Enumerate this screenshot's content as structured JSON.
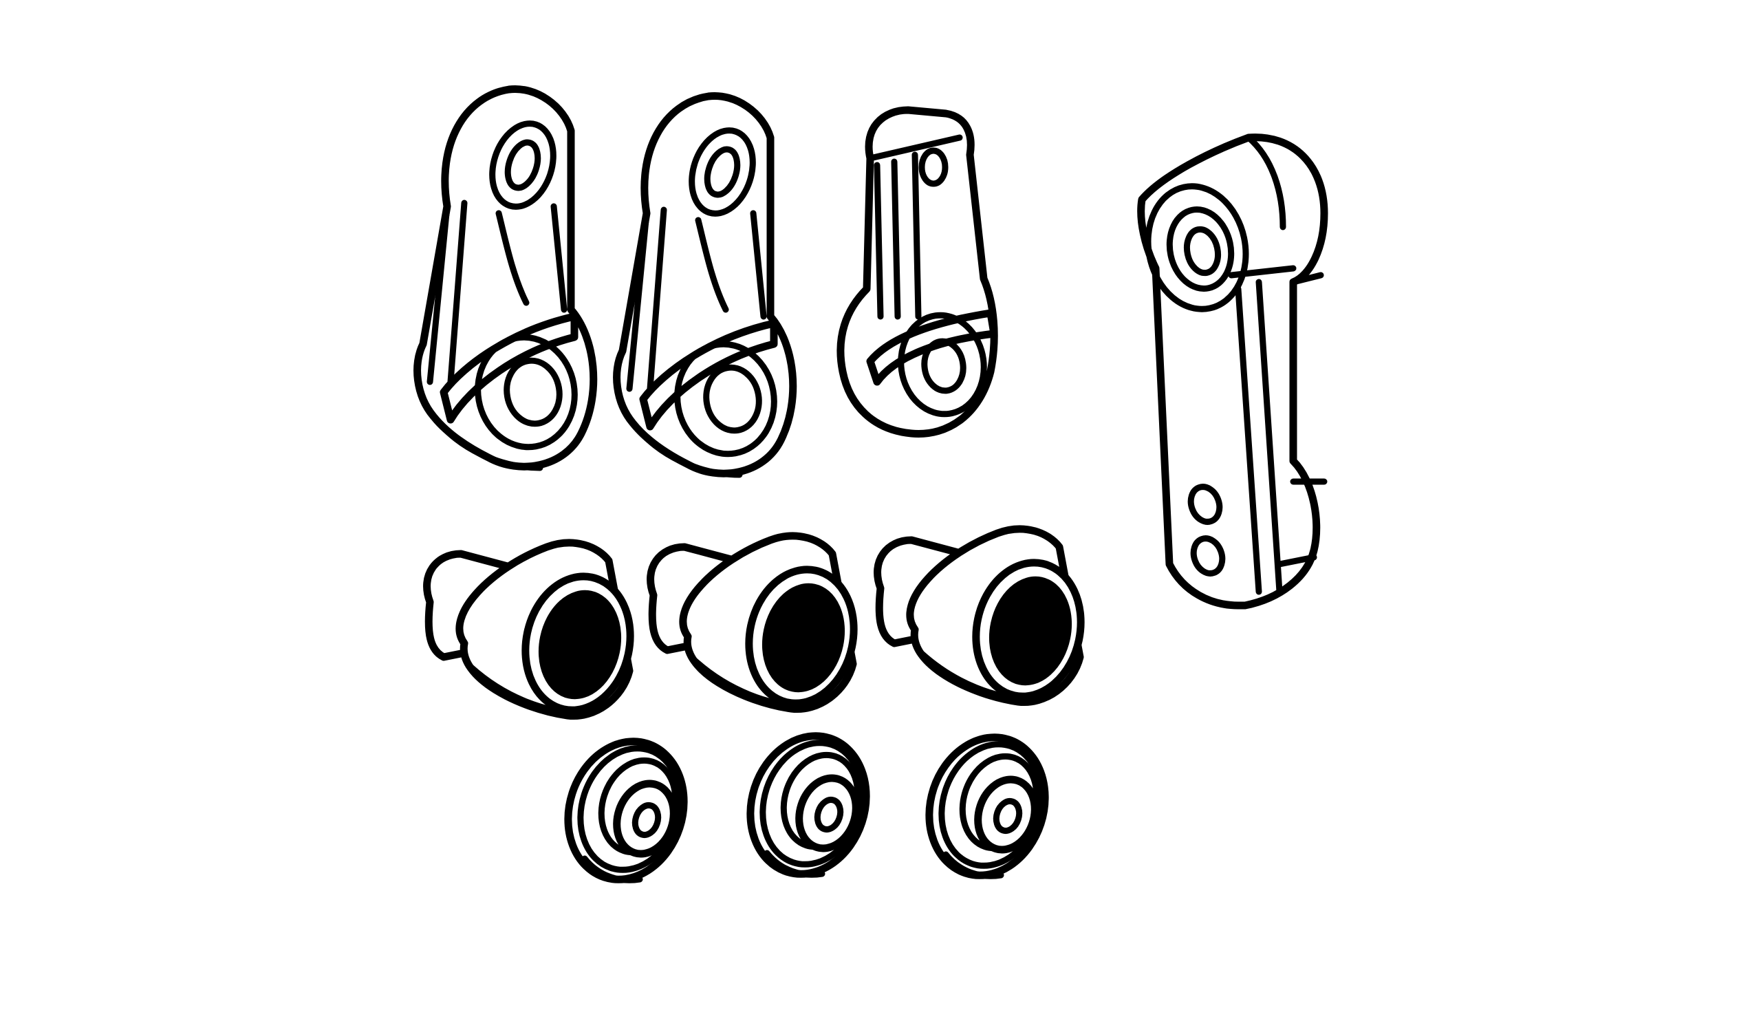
{
  "diagram": {
    "background": "#ffffff",
    "line_color": "#000000",
    "parts": [
      {
        "id": "arm-a",
        "kind": "servo-saver-arm",
        "count": 1
      },
      {
        "id": "arm-b",
        "kind": "servo-saver-arm",
        "count": 1
      },
      {
        "id": "arm-c",
        "kind": "servo-saver-arm",
        "count": 1
      },
      {
        "id": "steering-crank",
        "kind": "long-crank-arm",
        "count": 1
      },
      {
        "id": "flanged-collar",
        "kind": "flanged-bushing",
        "count": 3
      },
      {
        "id": "washer-bushing",
        "kind": "washer-bushing",
        "count": 3
      }
    ]
  }
}
